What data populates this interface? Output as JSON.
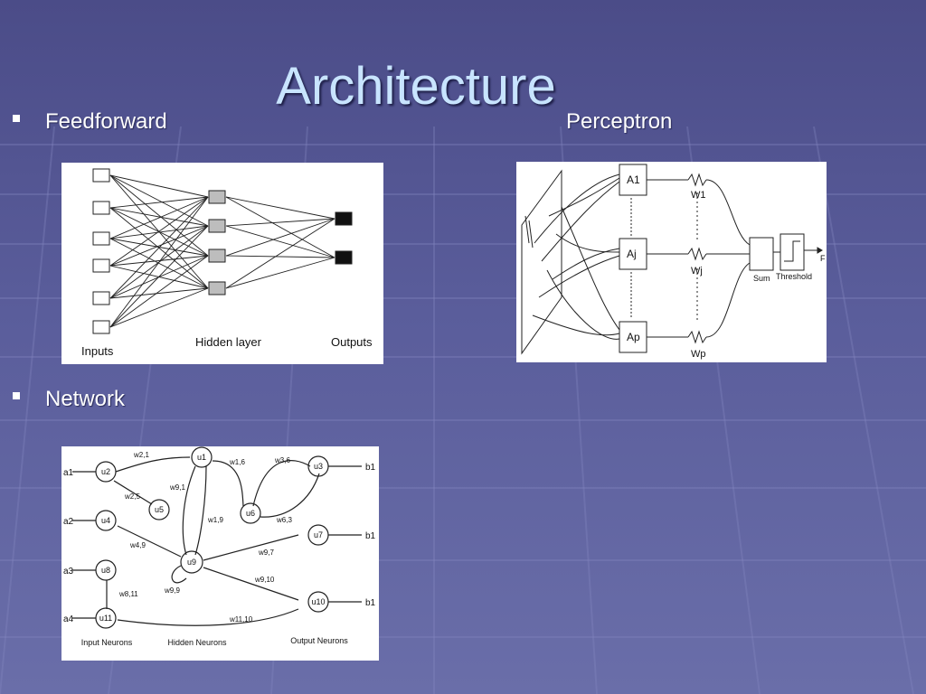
{
  "slide": {
    "title": "Architecture",
    "bullets": [
      {
        "text": "Feedforward"
      },
      {
        "text": "Network"
      }
    ],
    "perceptron_heading": "Perceptron"
  },
  "feedforward_diagram": {
    "labels": {
      "inputs": "Inputs",
      "hidden": "Hidden layer",
      "outputs": "Outputs"
    }
  },
  "perceptron_diagram": {
    "units": [
      "A1",
      "Aj",
      "Ap"
    ],
    "weights": [
      "W1",
      "Wj",
      "Wp"
    ],
    "sum_label": "Sum",
    "threshold_label": "Threshold",
    "output_label": "F"
  },
  "network_diagram": {
    "inputs": [
      "a1",
      "a2",
      "a3",
      "a4"
    ],
    "outputs": [
      "b1",
      "b1",
      "b1"
    ],
    "neurons": [
      "u1",
      "u2",
      "u3",
      "u4",
      "u5",
      "u6",
      "u7",
      "u8",
      "u9",
      "u10",
      "u11"
    ],
    "weights": [
      "w2,1",
      "w2,5",
      "w9,1",
      "w1,9",
      "w1,6",
      "w3,6",
      "w6,3",
      "w4,9",
      "w9,7",
      "w9,10",
      "w9,9",
      "w8,11",
      "w11,10"
    ],
    "groups": {
      "input": "Input Neurons",
      "hidden": "Hidden Neurons",
      "output": "Output Neurons"
    }
  }
}
